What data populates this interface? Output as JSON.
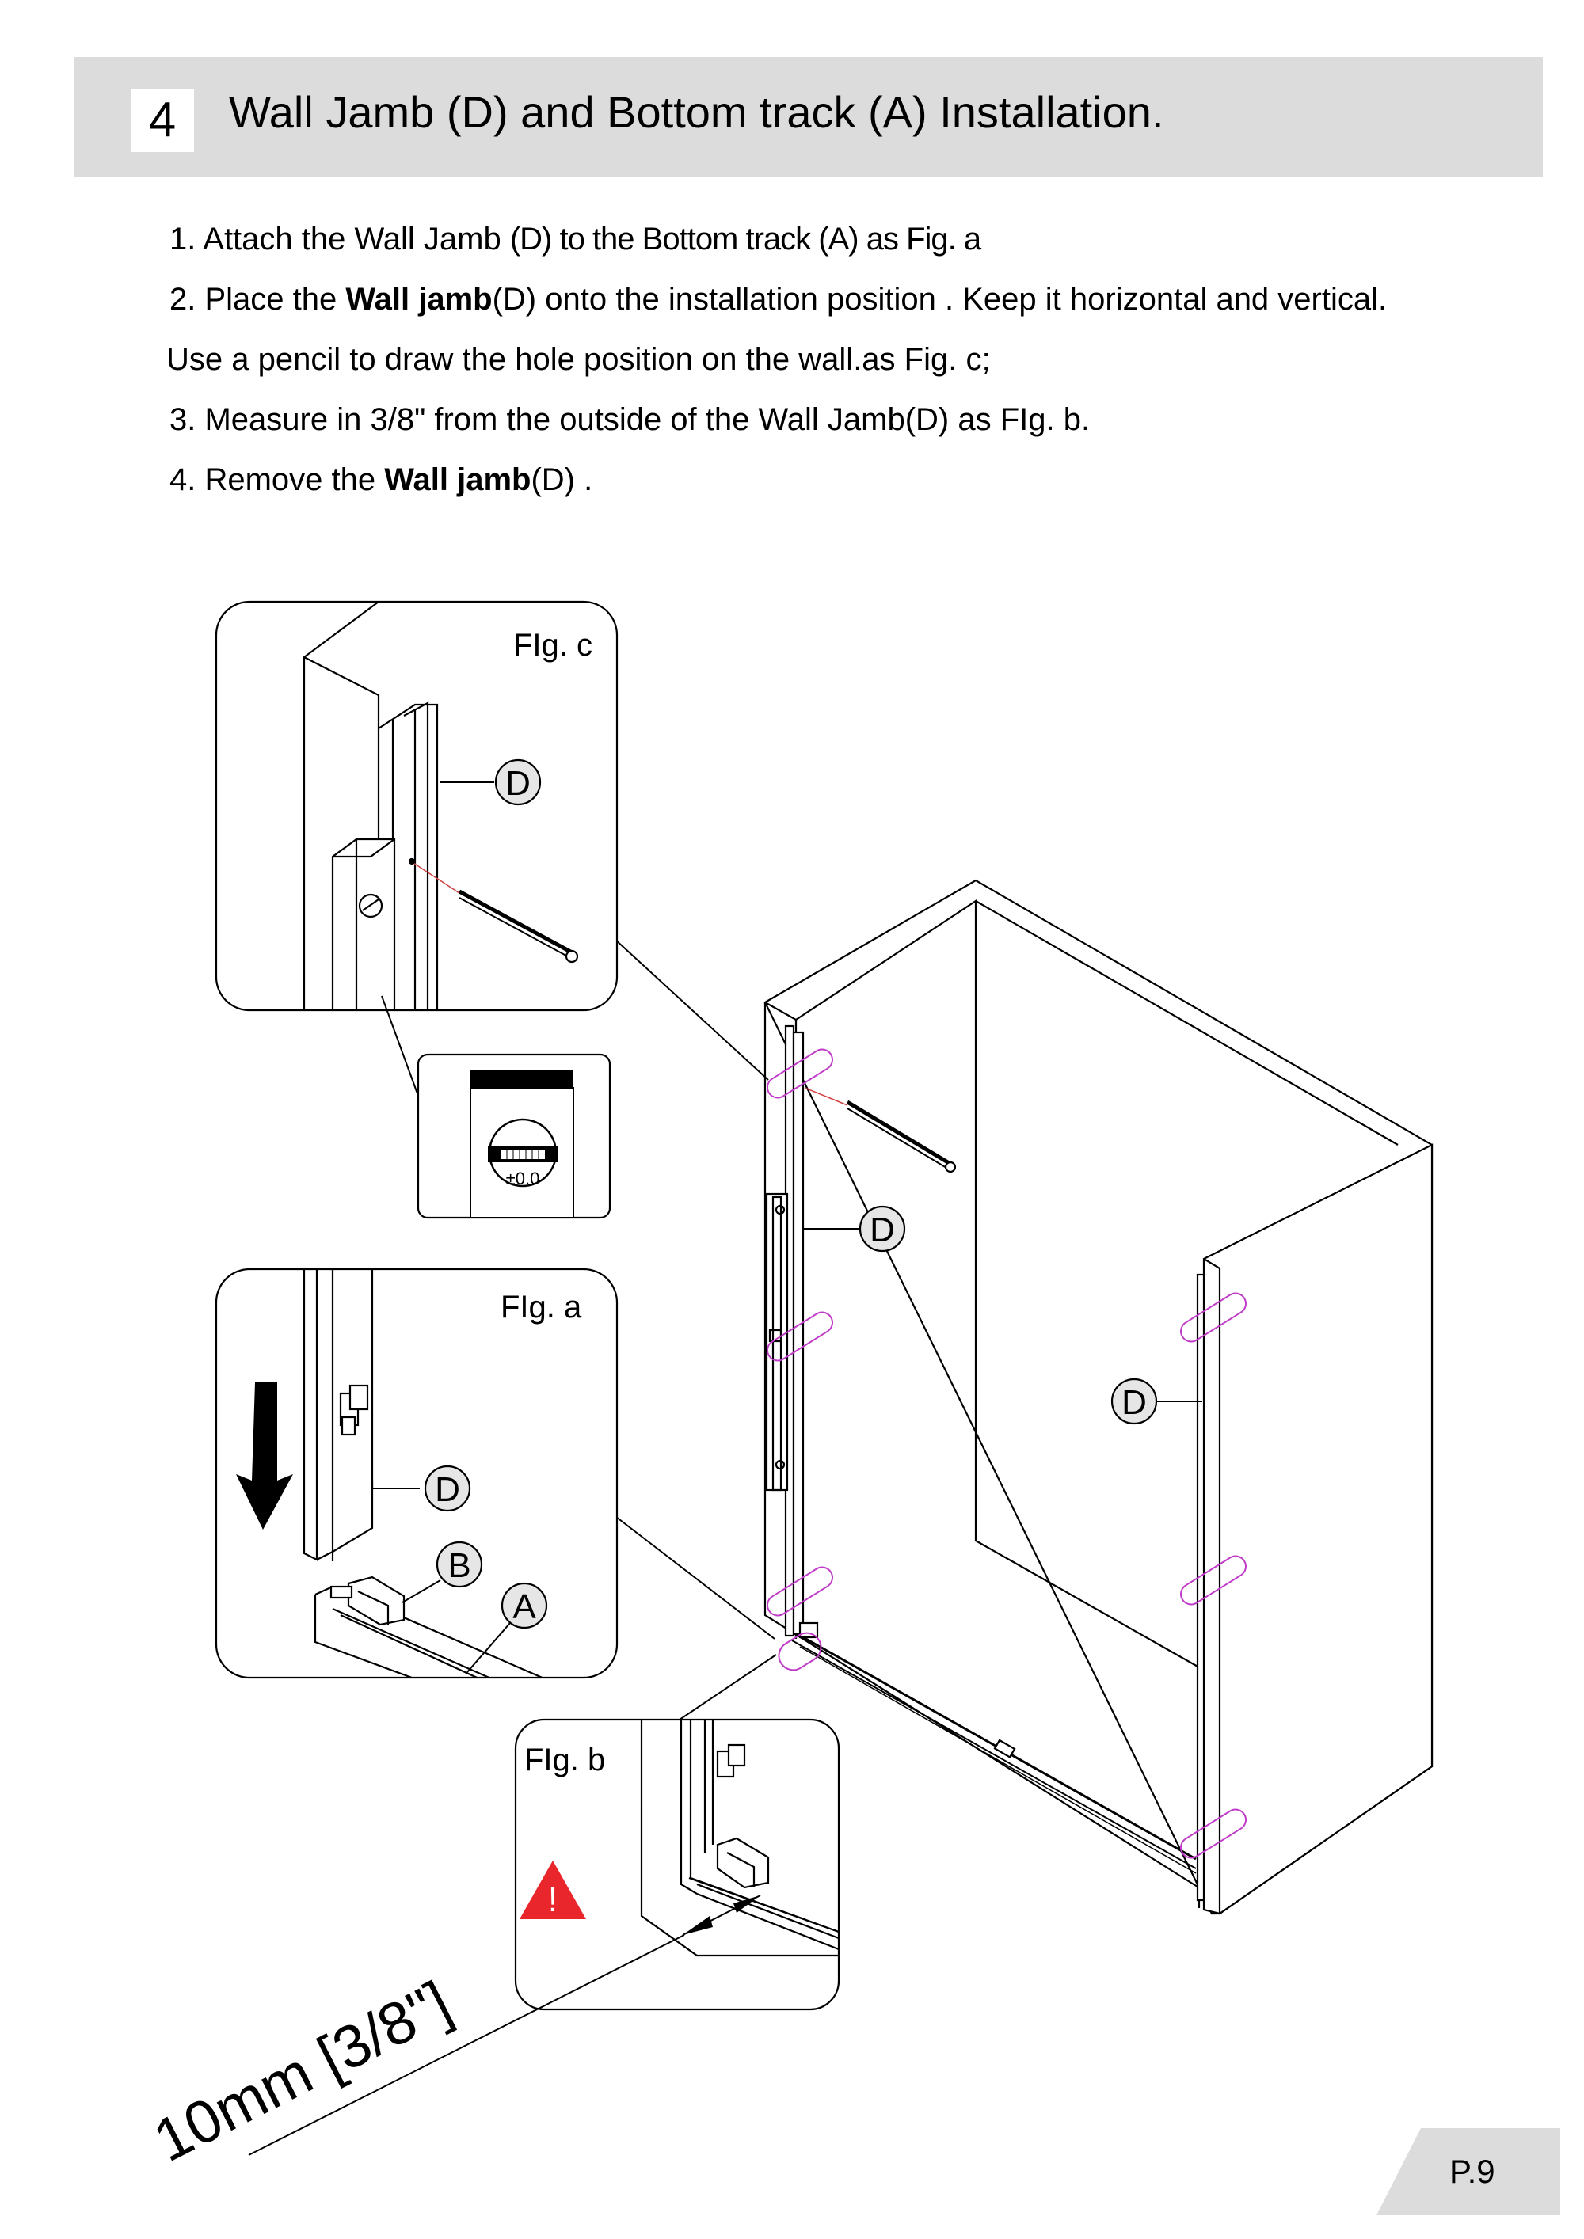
{
  "header": {
    "step_number": "4",
    "title": "Wall Jamb (D) and  Bottom track (A) Installation."
  },
  "instructions": {
    "step1": {
      "text": "1. Attach the Wall Jamb ",
      "cond": "(D) to the Bottom track (A) as Fig. a"
    },
    "step2": {
      "pre": "2. Place the ",
      "bold": "Wall jamb",
      "post": "(D) onto the installation position . Keep it horizontal and vertical.",
      "cont": "Use a pencil to draw the hole position on the wall.as Fig. c;"
    },
    "step3": {
      "text": "3. Measure in 3/8\" from the outside of the Wall Jamb(D)  as FIg. b."
    },
    "step4": {
      "pre": "4. Remove the ",
      "bold": "Wall jamb",
      "post": "(D) ."
    }
  },
  "figures": {
    "fig_c": {
      "label": "FIg. c",
      "callout": "D"
    },
    "level": {
      "reading": "±0.0"
    },
    "fig_a": {
      "label": "FIg. a",
      "callouts": [
        "D",
        "B",
        "A"
      ]
    },
    "fig_b": {
      "label": "FIg. b",
      "warning": "!"
    },
    "main": {
      "callouts": [
        "D",
        "D"
      ]
    },
    "measurement": "10mm [3/8\"]"
  },
  "footer": {
    "page": "P.9"
  },
  "colors": {
    "header_bg": "#dcdcdc",
    "warning_red": "#e8262b",
    "marker_magenta": "#c03cc8",
    "pencil_line": "#d04040"
  }
}
